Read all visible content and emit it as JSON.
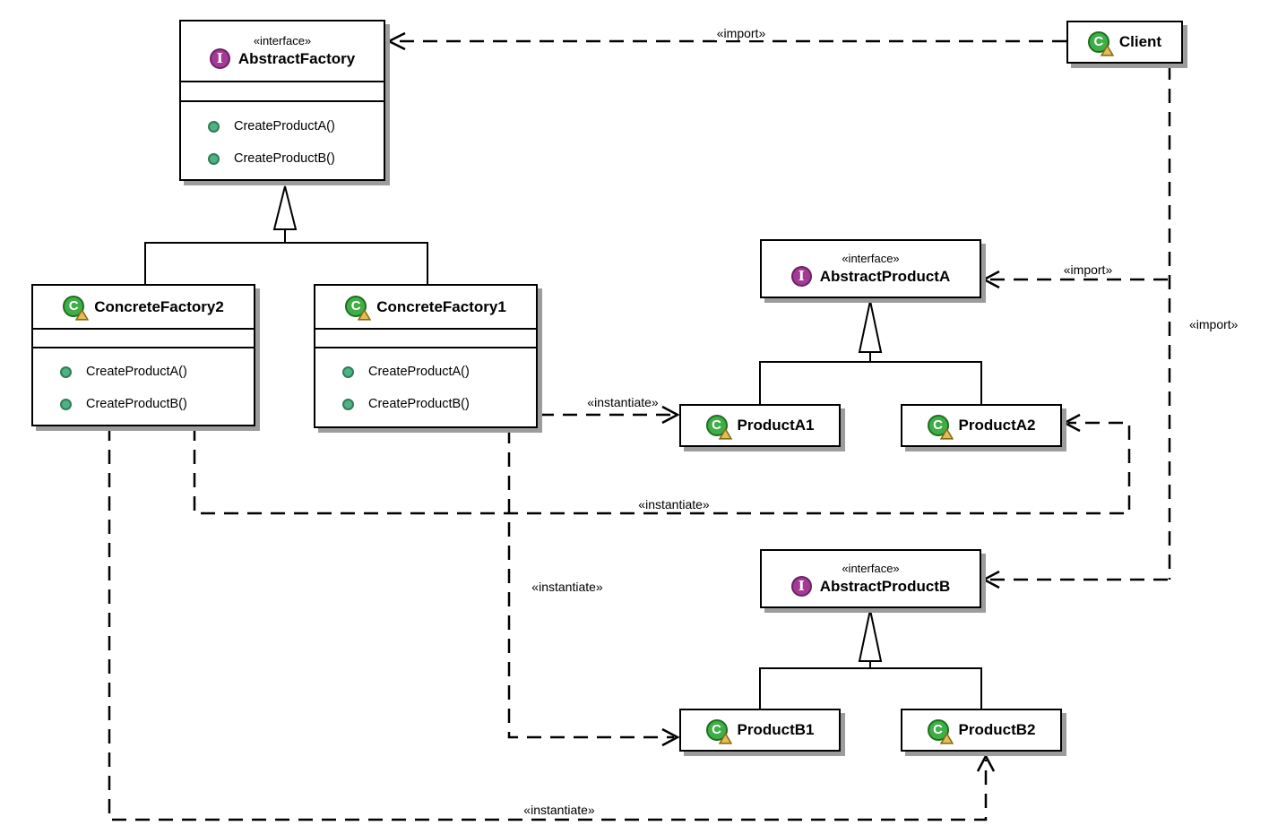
{
  "classes": {
    "abstract_factory": {
      "stereotype": "«interface»",
      "name": "AbstractFactory",
      "operations": [
        "CreateProductA()",
        "CreateProductB()"
      ]
    },
    "client": {
      "name": "Client"
    },
    "concrete_factory2": {
      "name": "ConcreteFactory2",
      "operations": [
        "CreateProductA()",
        "CreateProductB()"
      ]
    },
    "concrete_factory1": {
      "name": "ConcreteFactory1",
      "operations": [
        "CreateProductA()",
        "CreateProductB()"
      ]
    },
    "abstract_product_a": {
      "stereotype": "«interface»",
      "name": "AbstractProductA"
    },
    "product_a1": {
      "name": "ProductA1"
    },
    "product_a2": {
      "name": "ProductA2"
    },
    "abstract_product_b": {
      "stereotype": "«interface»",
      "name": "AbstractProductB"
    },
    "product_b1": {
      "name": "ProductB1"
    },
    "product_b2": {
      "name": "ProductB2"
    }
  },
  "icons": {
    "interface_letter": "I",
    "class_letter": "C"
  },
  "edges": {
    "client_imports_abstract_factory": {
      "type": "import",
      "label": "«import»",
      "from": "Client",
      "to": "AbstractFactory"
    },
    "client_imports_abstract_product_a": {
      "type": "import",
      "label": "«import»",
      "from": "Client",
      "to": "AbstractProductA"
    },
    "client_imports_abstract_product_b": {
      "type": "import",
      "label": "«import»",
      "from": "Client",
      "to": "AbstractProductB"
    },
    "cf1_instantiates_product_a1": {
      "type": "instantiate",
      "label": "«instantiate»",
      "from": "ConcreteFactory1",
      "to": "ProductA1"
    },
    "cf2_instantiates_product_a2": {
      "type": "instantiate",
      "label": "«instantiate»",
      "from": "ConcreteFactory2",
      "to": "ProductA2"
    },
    "cf1_instantiates_product_b1": {
      "type": "instantiate",
      "label": "«instantiate»",
      "from": "ConcreteFactory1",
      "to": "ProductB1"
    },
    "cf2_instantiates_product_b2": {
      "type": "instantiate",
      "label": "«instantiate»",
      "from": "ConcreteFactory2",
      "to": "ProductB2"
    },
    "cf2_extends_abstract_factory": {
      "type": "generalization",
      "from": "ConcreteFactory2",
      "to": "AbstractFactory"
    },
    "cf1_extends_abstract_factory": {
      "type": "generalization",
      "from": "ConcreteFactory1",
      "to": "AbstractFactory"
    },
    "pa1_extends_abstract_product_a": {
      "type": "generalization",
      "from": "ProductA1",
      "to": "AbstractProductA"
    },
    "pa2_extends_abstract_product_a": {
      "type": "generalization",
      "from": "ProductA2",
      "to": "AbstractProductA"
    },
    "pb1_extends_abstract_product_b": {
      "type": "generalization",
      "from": "ProductB1",
      "to": "AbstractProductB"
    },
    "pb2_extends_abstract_product_b": {
      "type": "generalization",
      "from": "ProductB2",
      "to": "AbstractProductB"
    }
  },
  "colors": {
    "background": "#ffffff",
    "box_border": "#000000",
    "box_shadow": "#9c9c9c",
    "interface_icon": "#a53a96",
    "interface_icon_border": "#6b2260",
    "class_icon": "#3fae49",
    "class_icon_border": "#1c701c",
    "class_icon_triangle": "#e2be5a",
    "operation_icon": "#4fb286",
    "operation_icon_border": "#2f7d55"
  }
}
